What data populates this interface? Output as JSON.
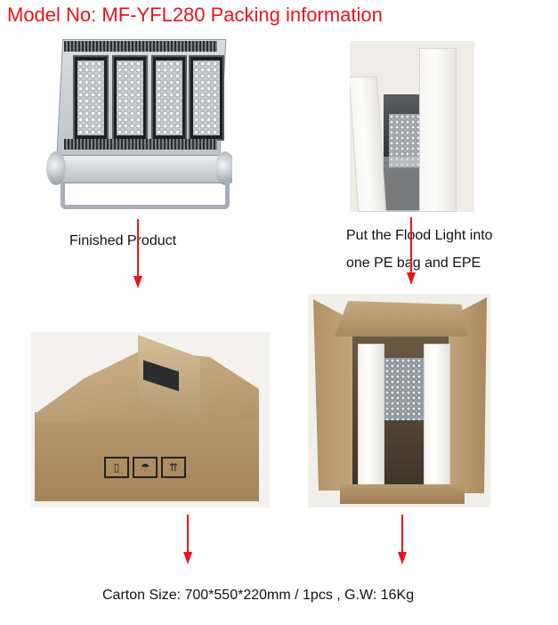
{
  "title": "Model No: MF-YFL280 Packing information",
  "steps": {
    "finished": "Finished Product",
    "pack_line1": "Put the Flood Light into",
    "pack_line2": "one PE bag and EPE"
  },
  "carton_info": "Carton Size: 700*550*220mm / 1pcs , G.W: 16Kg",
  "carton_symbols": [
    "fragile-glass-icon",
    "umbrella-keep-dry-icon",
    "this-way-up-icon"
  ],
  "colors": {
    "title": "#e8141c",
    "arrow": "#e8141c",
    "text": "#111111"
  }
}
